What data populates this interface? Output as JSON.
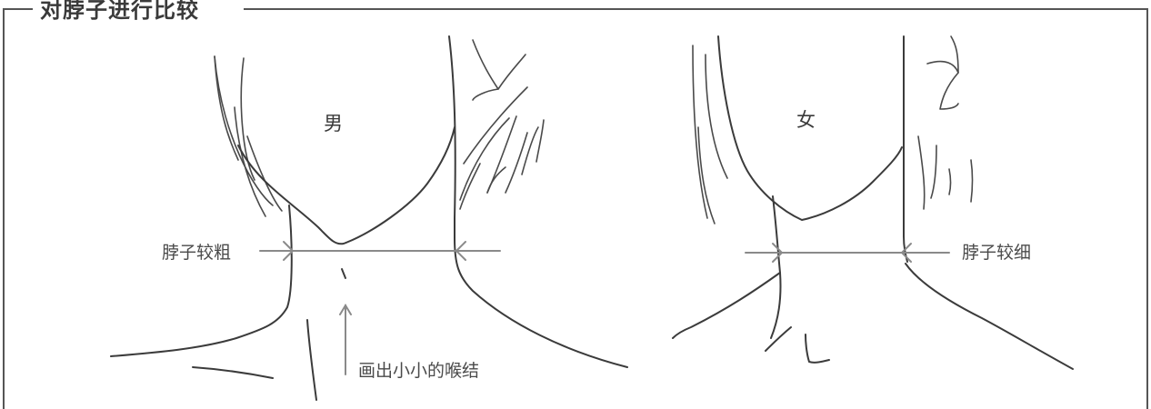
{
  "title": "对脖子进行比较",
  "male": {
    "gender_label": "男",
    "neck_note": "脖子较粗",
    "adam_apple_note": "画出小小的喉结"
  },
  "female": {
    "gender_label": "女",
    "neck_note": "脖子较细"
  },
  "colors": {
    "line": "#3b3b3b",
    "guide": "#8a8a8a",
    "frame": "#555555"
  }
}
